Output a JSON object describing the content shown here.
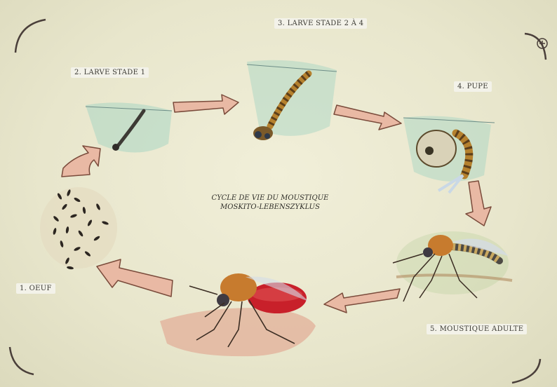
{
  "diagram": {
    "title_line1": "CYCLE DE VIE DU MOUSTIQUE",
    "title_line2": "MOSKITO-LEBENSZYKLUS",
    "stages": [
      {
        "label": "1. OEUF"
      },
      {
        "label": "2. LARVE STADE 1"
      },
      {
        "label": "3. LARVE STADE 2 À 4"
      },
      {
        "label": "4. PUPE"
      },
      {
        "label": "5. MOUSTIQUE ADULTE"
      }
    ]
  },
  "colors": {
    "background": "#ebe9d0",
    "arrow_fill": "#e9b9a4",
    "arrow_stroke": "#7a4b3b",
    "water": "#a9d6c3",
    "mosquito_body": "#c77b2e",
    "blood": "#c8202a"
  }
}
